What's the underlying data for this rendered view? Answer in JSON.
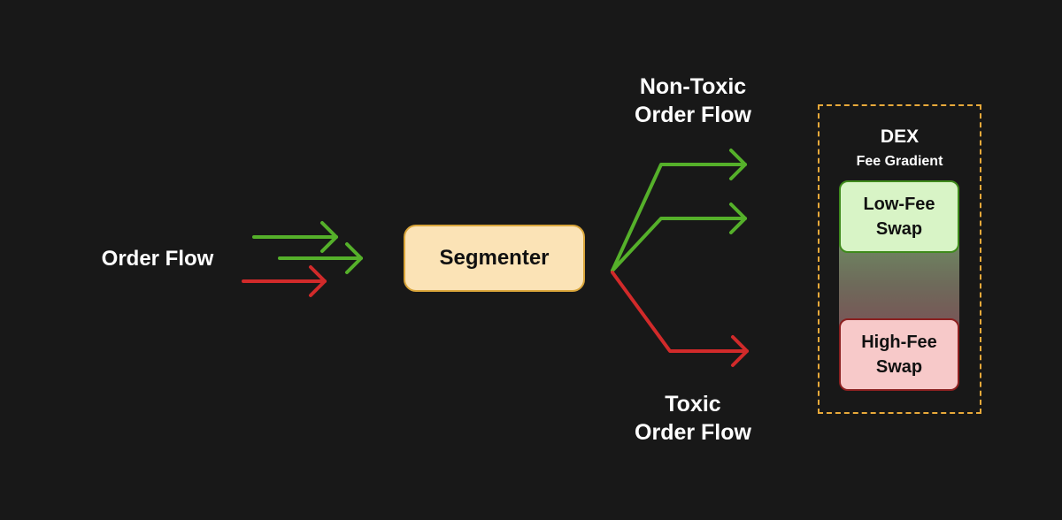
{
  "labels": {
    "input": "Order Flow",
    "non_toxic": "Non-Toxic\nOrder Flow",
    "toxic": "Toxic\nOrder Flow"
  },
  "segmenter": {
    "label": "Segmenter"
  },
  "dex": {
    "title": "DEX",
    "subtitle": "Fee Gradient",
    "low_fee": "Low-Fee\nSwap",
    "high_fee": "High-Fee\nSwap"
  },
  "colors": {
    "background": "#181818",
    "green_arrow": "#55b02a",
    "red_arrow": "#d12a2a",
    "segmenter_fill": "#fbe3b6",
    "segmenter_border": "#d9a53a",
    "dex_border": "#e8a93a",
    "low_fee_fill": "#d8f4c6",
    "high_fee_fill": "#f7c9c9"
  }
}
